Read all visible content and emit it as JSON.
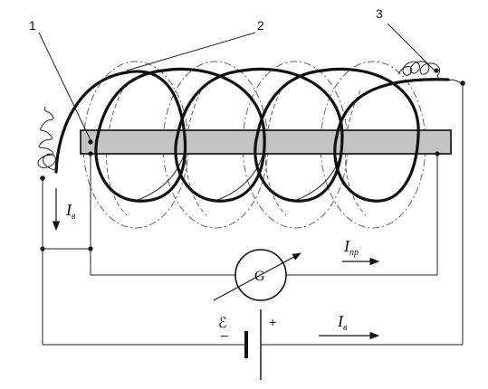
{
  "labels": {
    "part_1": "1",
    "part_2": "2",
    "part_3": "3",
    "galvanometer": "G",
    "emf_symbol": "ℰ",
    "plus_sign": "+",
    "minus_sign": "–"
  },
  "currents": {
    "outer_wire": {
      "symbol": "I",
      "subscript": "в"
    },
    "conductor": {
      "symbol": "I",
      "subscript": "пр"
    },
    "source": {
      "symbol": "I",
      "subscript": "в"
    }
  },
  "colors": {
    "rod_fill": "#c4c4c4",
    "line": "#111111",
    "field_lines": "#666666"
  }
}
